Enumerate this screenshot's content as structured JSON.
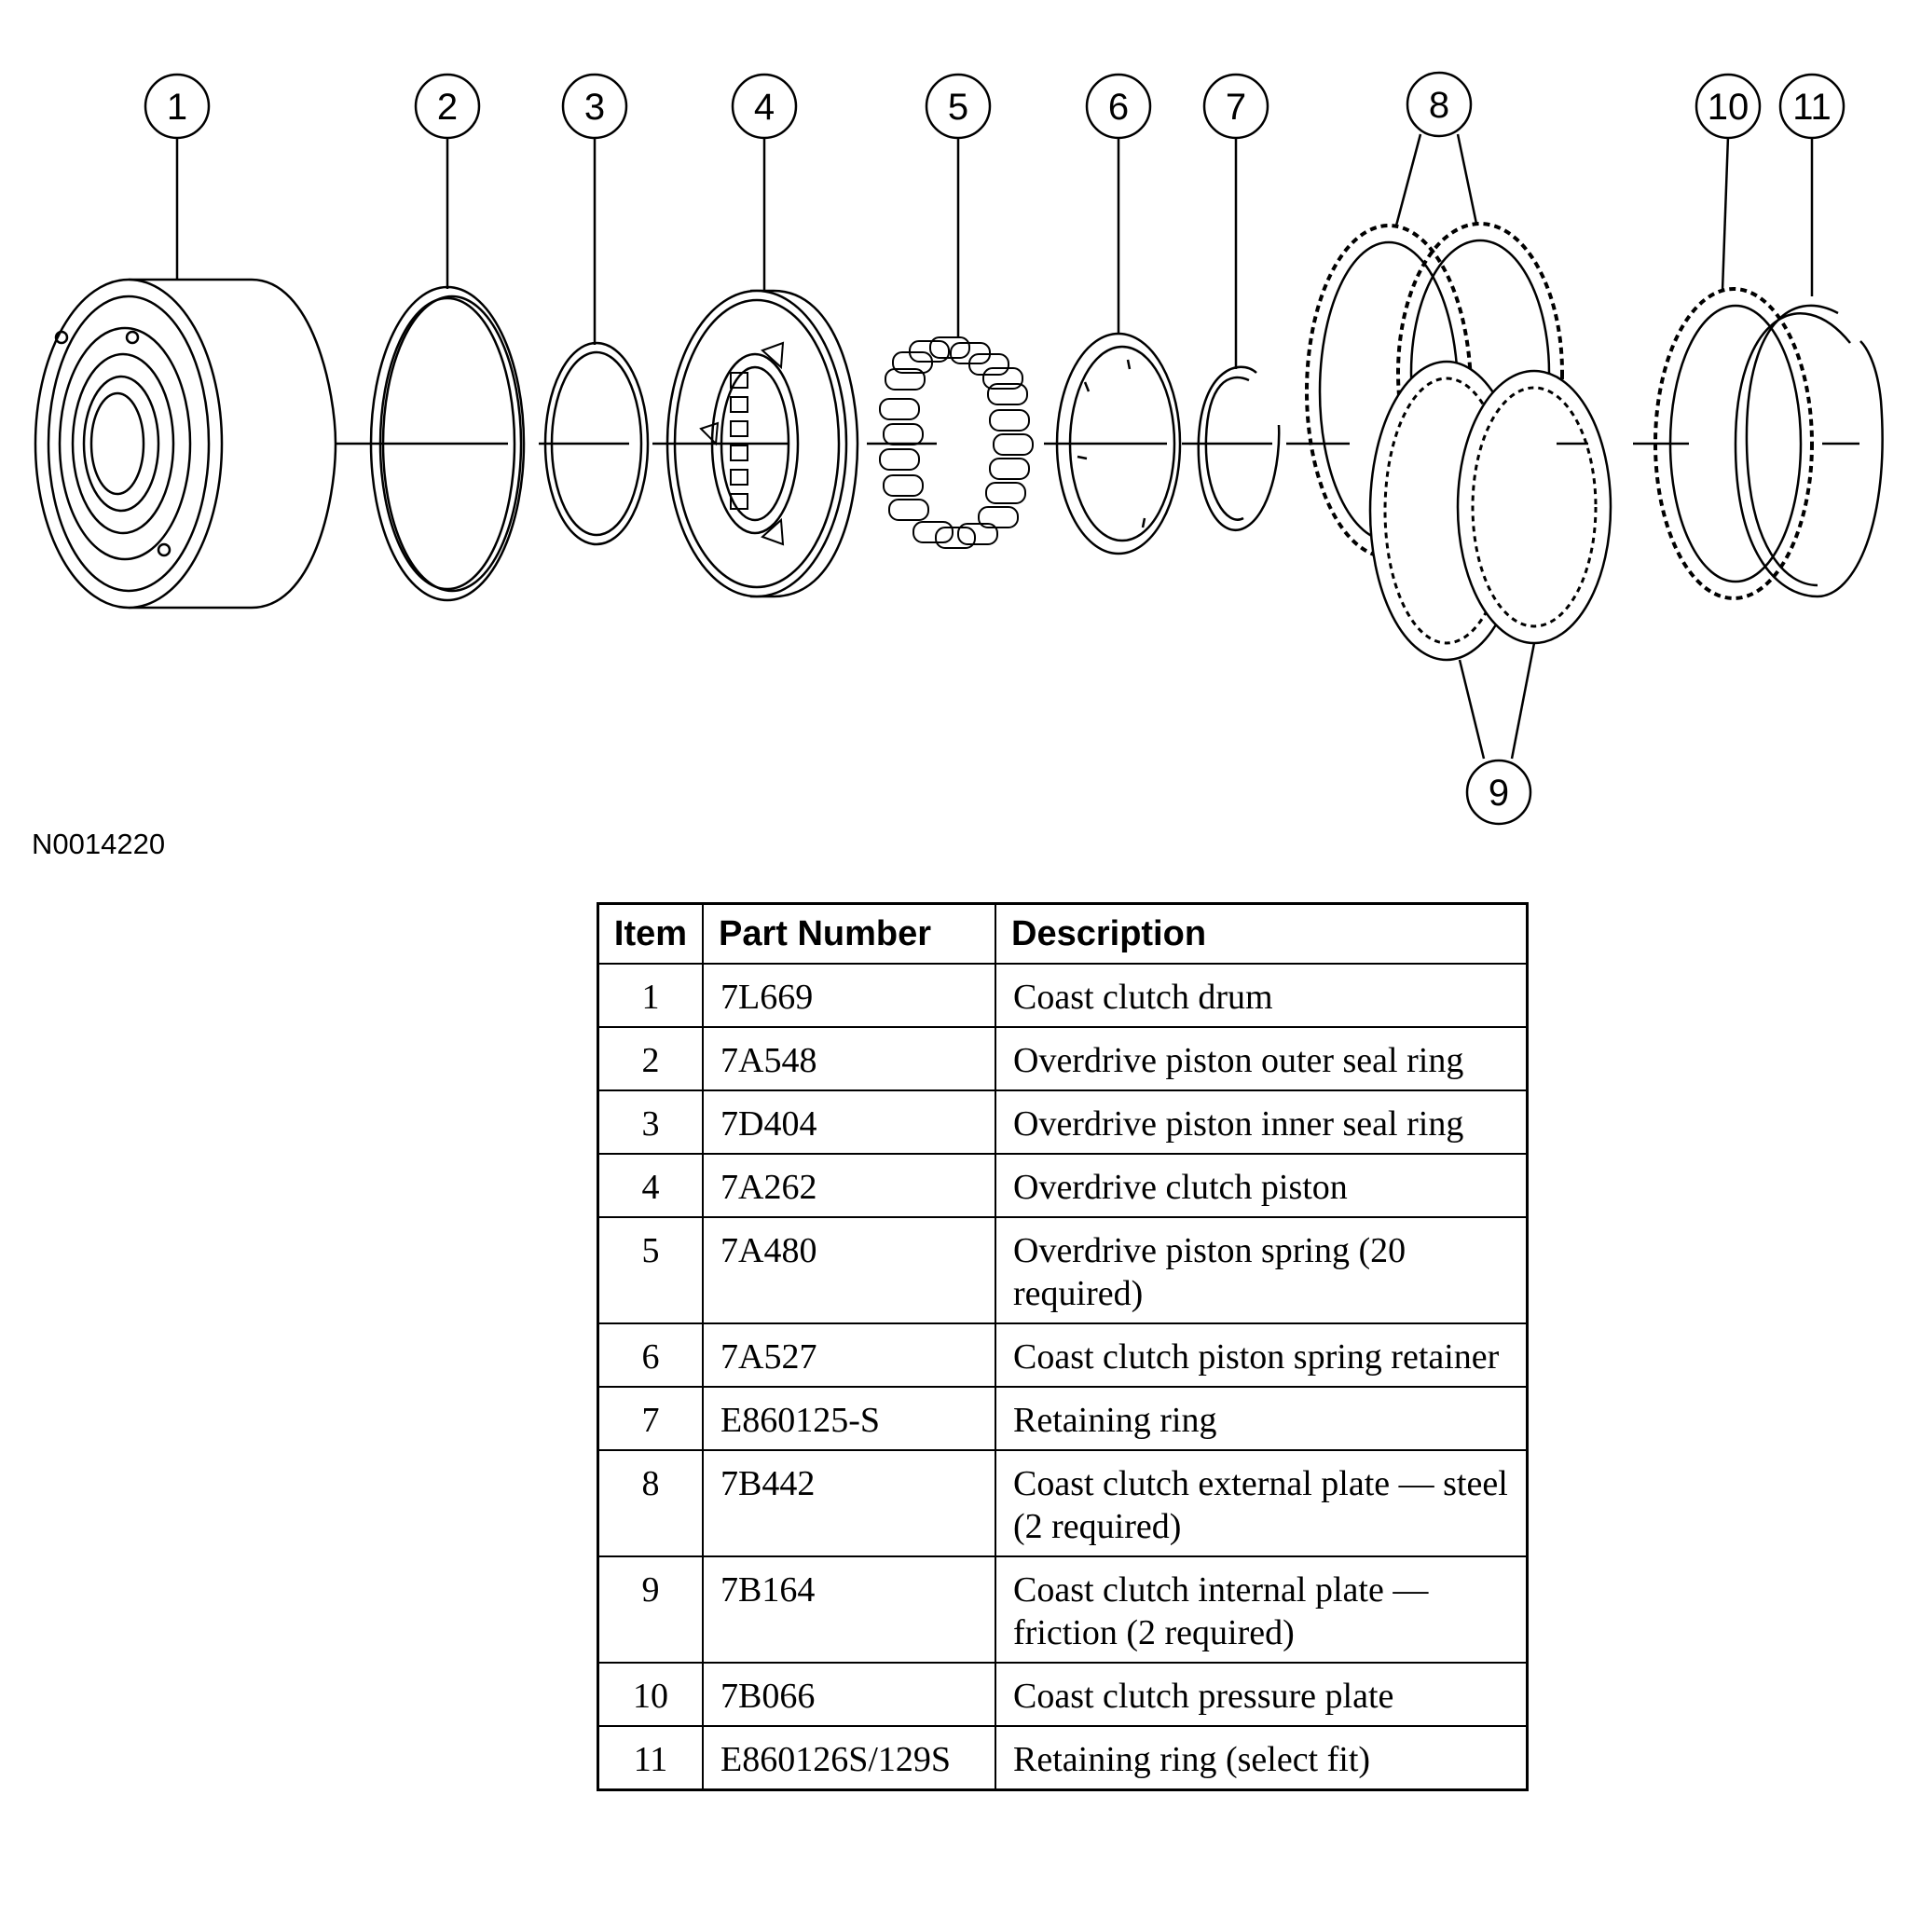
{
  "figure": {
    "code": "N0014220",
    "callouts": [
      "1",
      "2",
      "3",
      "4",
      "5",
      "6",
      "7",
      "8",
      "9",
      "10",
      "11"
    ]
  },
  "table": {
    "headers": {
      "item": "Item",
      "part_number": "Part Number",
      "description": "Description"
    },
    "rows": [
      {
        "item": "1",
        "part": "7L669",
        "desc": "Coast clutch drum"
      },
      {
        "item": "2",
        "part": "7A548",
        "desc": "Overdrive piston outer seal ring"
      },
      {
        "item": "3",
        "part": "7D404",
        "desc": "Overdrive piston inner seal ring"
      },
      {
        "item": "4",
        "part": "7A262",
        "desc": "Overdrive clutch piston"
      },
      {
        "item": "5",
        "part": "7A480",
        "desc": "Overdrive piston spring (20 required)"
      },
      {
        "item": "6",
        "part": "7A527",
        "desc": "Coast clutch piston spring retainer"
      },
      {
        "item": "7",
        "part": "E860125-S",
        "desc": "Retaining ring"
      },
      {
        "item": "8",
        "part": "7B442",
        "desc": "Coast clutch external plate — steel (2 required)"
      },
      {
        "item": "9",
        "part": "7B164",
        "desc": "Coast clutch internal plate — friction (2 required)"
      },
      {
        "item": "10",
        "part": "7B066",
        "desc": "Coast clutch pressure plate"
      },
      {
        "item": "11",
        "part": "E860126S/129S",
        "desc": "Retaining ring (select fit)"
      }
    ]
  }
}
